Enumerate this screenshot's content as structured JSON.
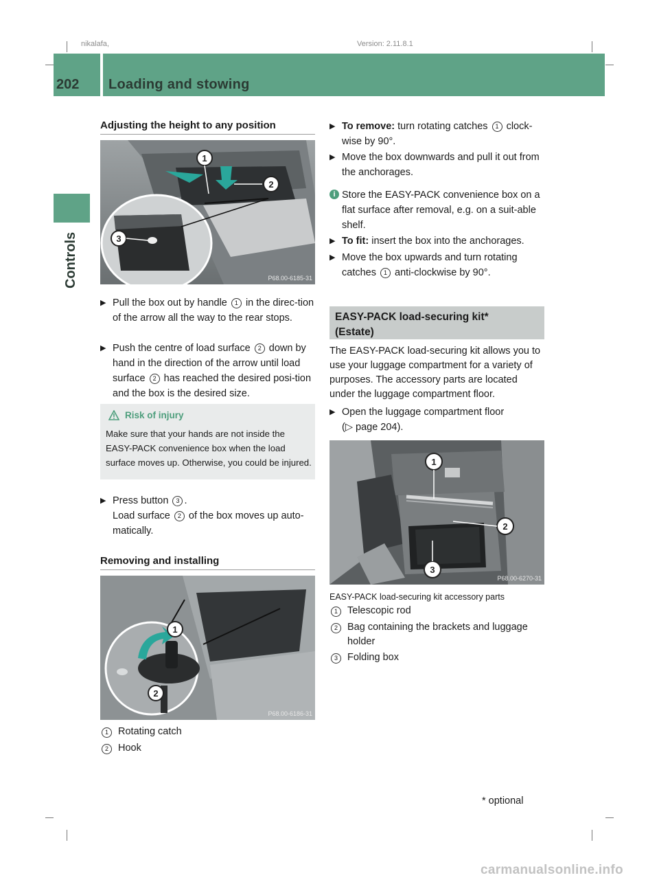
{
  "header": {
    "page_number": "202",
    "section_title": "Loading and stowing",
    "side_tab": "Controls",
    "top_left_small": "nikalafa,",
    "top_right_small": "Version: 2.11.8.1"
  },
  "left": {
    "heading1": "Adjusting the height to any position",
    "image1_code": "P68.00-6185-31",
    "step1": "Pull the box out by handle",
    "step1_num": "1",
    "step1_rest": "in the direc-tion of the arrow all the way to the rear stops.",
    "step2_a": "Push the centre of load surface",
    "step2_num": "2",
    "step2_b": "down by hand in the direction of the arrow until load surface",
    "step2_num2": "2",
    "step2_c": "has reached the desired posi-tion and the box is the desired size.",
    "warning_title": "Risk of injury",
    "warning_text": "Make sure that your hands are not inside the EASY-PACK convenience box when the load surface moves up. Otherwise, you could be injured.",
    "step3_a": "Press button",
    "step3_num": "3",
    "step3_b": ".",
    "step3_line2_a": "Load surface",
    "step3_line2_num": "2",
    "step3_line2_b": "of the box moves up auto-matically.",
    "heading2": "Removing and installing",
    "image2_code": "P68.00-6186-31",
    "legend": [
      {
        "num": "1",
        "label": "Rotating catch"
      },
      {
        "num": "2",
        "label": "Hook"
      }
    ]
  },
  "right": {
    "remove_label": "To remove:",
    "remove_a": "turn rotating catches",
    "remove_num": "1",
    "remove_b": "clock-wise by 90°.",
    "move_down": "Move the box downwards and pull it out from the anchorages.",
    "info_text": "Store the EASY-PACK convenience box on a flat surface after removal, e.g. on a suit-able shelf.",
    "fit_label": "To fit:",
    "fit_text": "insert the box into the anchorages.",
    "move_up_a": "Move the box upwards and turn rotating catches",
    "move_up_num": "1",
    "move_up_b": "anti-clockwise by 90°.",
    "kit_title_line1": "EASY-PACK load-securing kit*",
    "kit_title_line2": "(Estate)",
    "kit_para": "The EASY-PACK load-securing kit allows you to use your luggage compartment for a variety of purposes. The accessory parts are located under the luggage compartment floor.",
    "open_floor": "Open the luggage compartment floor",
    "open_floor_ref": "(▷ page 204).",
    "image3_code": "P68.00-6270-31",
    "caption": "EASY-PACK load-securing kit accessory parts",
    "legend": [
      {
        "num": "1",
        "label": "Telescopic rod"
      },
      {
        "num": "2",
        "label": "Bag containing the brackets and luggage holder"
      },
      {
        "num": "3",
        "label": "Folding box"
      }
    ]
  },
  "footer": {
    "optional_note": "* optional",
    "watermark": "carmanualsonline.info"
  },
  "colors": {
    "accent_green": "#5fa387",
    "band_grey": "#c8cccb",
    "warning_bg": "#e9ebeb"
  }
}
